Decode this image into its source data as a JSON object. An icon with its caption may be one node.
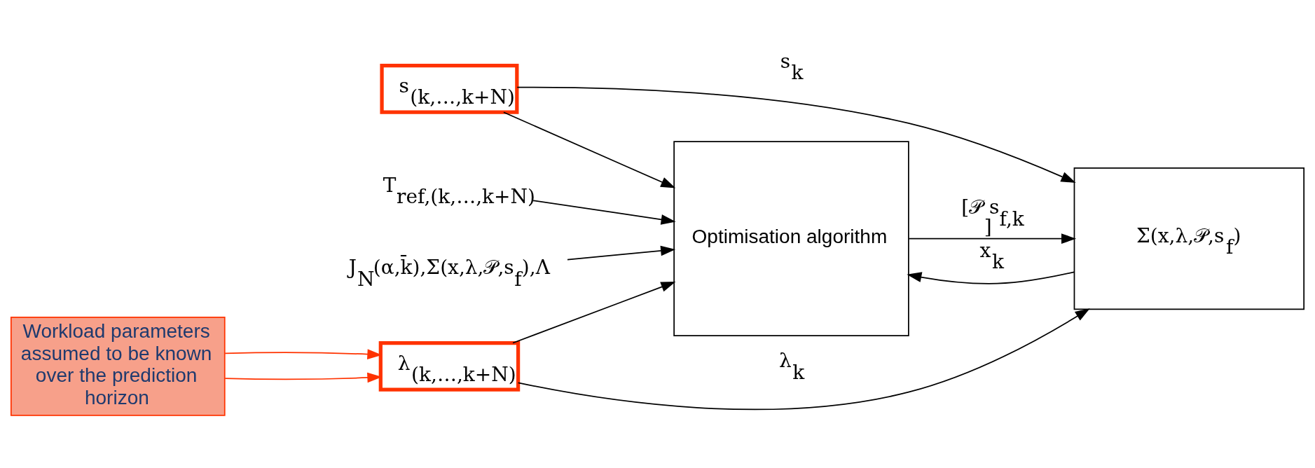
{
  "diagram": {
    "nodes": [
      {
        "text": [
          "s$_{(k,…,k+N)}$"
        ]
      },
      {
        "text": [
          "λ$_{(k,…,k+N)}$"
        ]
      },
      {
        "text": [
          "T$_{ref,(k,…,k+N)}$"
        ]
      },
      {
        "text": [
          "Optimisation algorithm"
        ]
      },
      {
        "text": [
          "Σ(x,λ,𝒫,s$_{f}$)"
        ]
      },
      {
        "text": [
          "Workload parameters assumed to be known over the prediction horizon"
        ]
      },
      {
        "text": [
          "J$_{N}$(α,k̄),Σ(x,λ,𝒫,s$_{f}$),Λ"
        ]
      }
    ],
    "edges": [
      {
        "from": 0,
        "to": 3,
        "arrow": "to"
      },
      {
        "from": 1,
        "to": 3,
        "arrow": "to"
      },
      {
        "from": 2,
        "to": 3,
        "arrow": "to"
      },
      {
        "from": 4,
        "to": 3,
        "arrow": "to",
        "label": "x$_{k}$"
      },
      {
        "from": 6,
        "to": 3,
        "arrow": "to"
      },
      {
        "from": 3,
        "to": 4,
        "arrow": "to",
        "label": "[𝒫 s$_{f,k}$]"
      },
      {
        "from": 0,
        "to": 4,
        "arrow": "to",
        "label": "s$_{k}$"
      },
      {
        "from": 1,
        "to": 4,
        "arrow": "to",
        "label": "λ$_{k}$"
      },
      {
        "from": 5,
        "to": 1,
        "arrow": "to",
        "color": "#ff3300"
      },
      {
        "from": 5,
        "to": 1,
        "arrow": "to",
        "color": "#ff3300"
      }
    ]
  }
}
